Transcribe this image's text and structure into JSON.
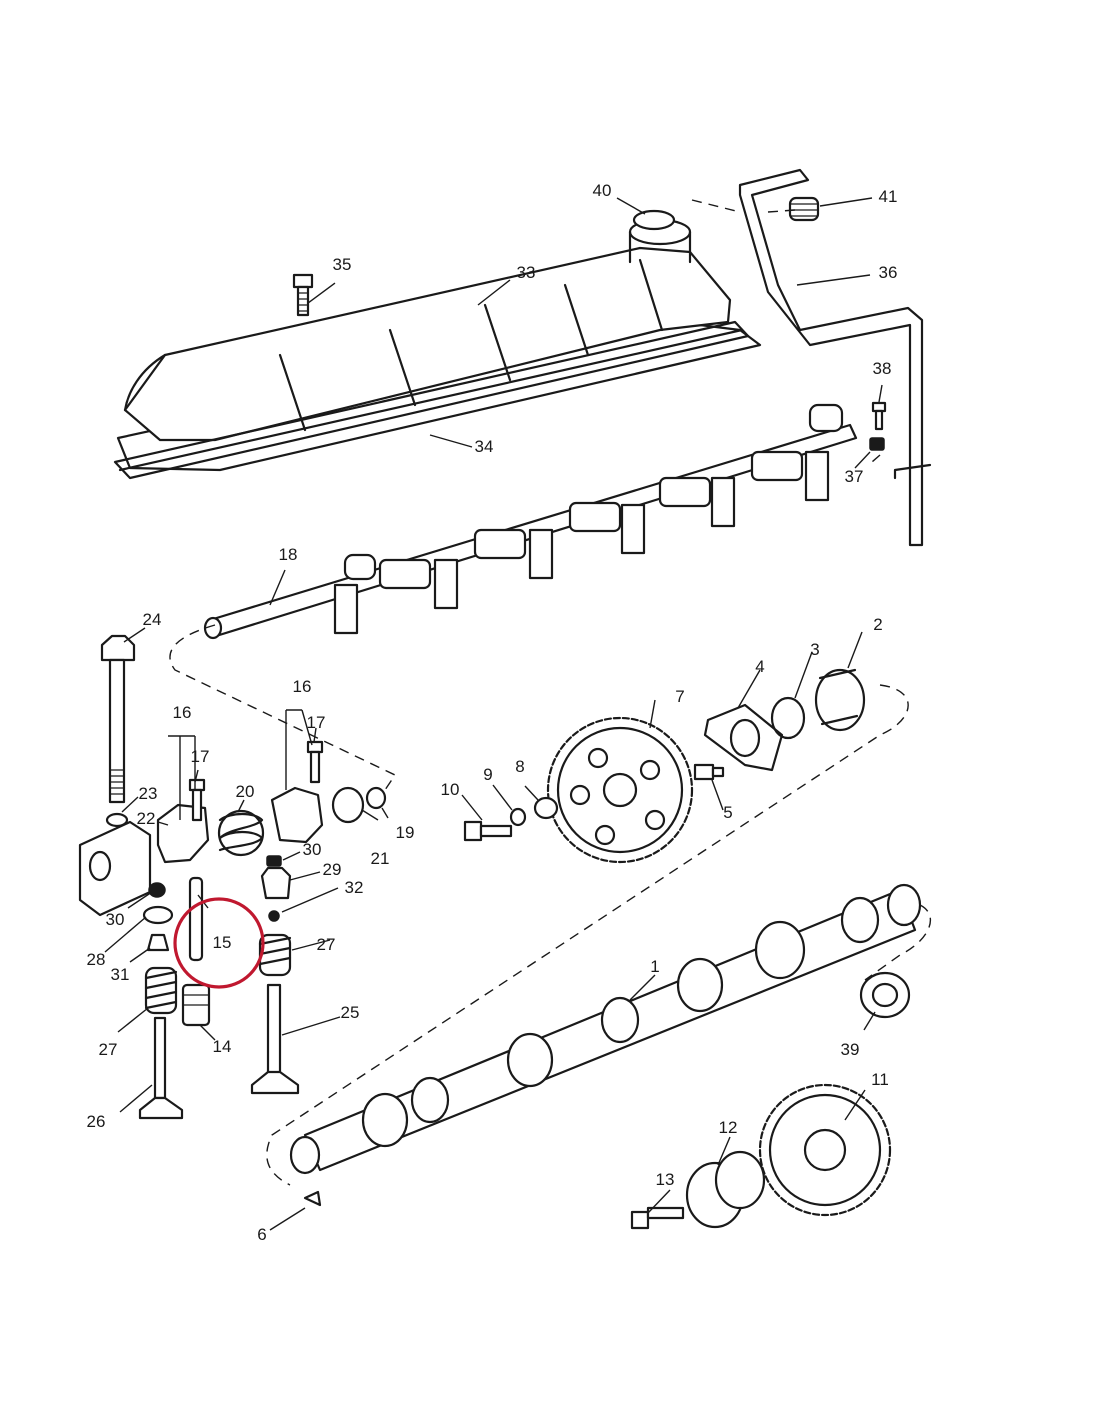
{
  "diagram": {
    "labels": [
      {
        "id": "1",
        "text": "1"
      },
      {
        "id": "2",
        "text": "2"
      },
      {
        "id": "3",
        "text": "3"
      },
      {
        "id": "4",
        "text": "4"
      },
      {
        "id": "5",
        "text": "5"
      },
      {
        "id": "6",
        "text": "6"
      },
      {
        "id": "7",
        "text": "7"
      },
      {
        "id": "8",
        "text": "8"
      },
      {
        "id": "9",
        "text": "9"
      },
      {
        "id": "10",
        "text": "10"
      },
      {
        "id": "11",
        "text": "11"
      },
      {
        "id": "12",
        "text": "12"
      },
      {
        "id": "13",
        "text": "13"
      },
      {
        "id": "14",
        "text": "14"
      },
      {
        "id": "15",
        "text": "15"
      },
      {
        "id": "16a",
        "text": "16"
      },
      {
        "id": "16b",
        "text": "16"
      },
      {
        "id": "17a",
        "text": "17"
      },
      {
        "id": "17b",
        "text": "17"
      },
      {
        "id": "18",
        "text": "18"
      },
      {
        "id": "19",
        "text": "19"
      },
      {
        "id": "20",
        "text": "20"
      },
      {
        "id": "21",
        "text": "21"
      },
      {
        "id": "22",
        "text": "22"
      },
      {
        "id": "23",
        "text": "23"
      },
      {
        "id": "24",
        "text": "24"
      },
      {
        "id": "25",
        "text": "25"
      },
      {
        "id": "26",
        "text": "26"
      },
      {
        "id": "27a",
        "text": "27"
      },
      {
        "id": "27b",
        "text": "27"
      },
      {
        "id": "28",
        "text": "28"
      },
      {
        "id": "29",
        "text": "29"
      },
      {
        "id": "30a",
        "text": "30"
      },
      {
        "id": "30b",
        "text": "30"
      },
      {
        "id": "31",
        "text": "31"
      },
      {
        "id": "32",
        "text": "32"
      },
      {
        "id": "33",
        "text": "33"
      },
      {
        "id": "34",
        "text": "34"
      },
      {
        "id": "35",
        "text": "35"
      },
      {
        "id": "36",
        "text": "36"
      },
      {
        "id": "37",
        "text": "37"
      },
      {
        "id": "38",
        "text": "38"
      },
      {
        "id": "39",
        "text": "39"
      },
      {
        "id": "40",
        "text": "40"
      },
      {
        "id": "41",
        "text": "41"
      }
    ],
    "highlight": {
      "part": "15",
      "color": "#c0182f"
    }
  }
}
